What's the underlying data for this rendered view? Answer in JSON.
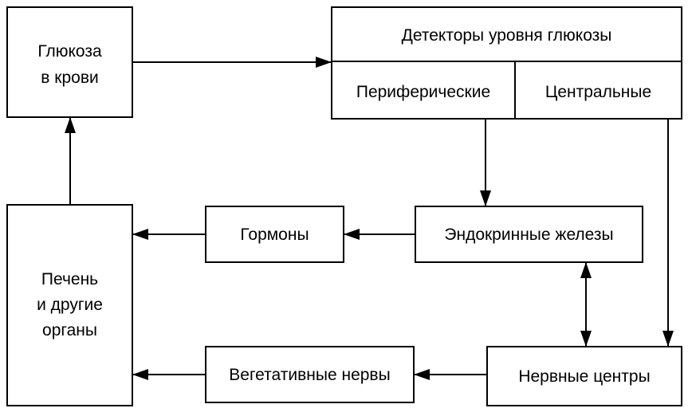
{
  "nodes": {
    "glucose": {
      "lines": [
        "Глюкоза",
        "в крови"
      ]
    },
    "detectors": {
      "title": "Детекторы уровня глюкозы",
      "peripheral": "Периферические",
      "central": "Центральные"
    },
    "endocrine": {
      "label": "Эндокринные железы"
    },
    "hormones": {
      "label": "Гормоны"
    },
    "liver": {
      "lines": [
        "Печень",
        "и другие",
        "органы"
      ]
    },
    "autonomic": {
      "label": "Вегетативные нервы"
    },
    "nerve_centers": {
      "label": "Нервные центры"
    }
  },
  "edges": [
    {
      "from": "glucose",
      "to": "detectors"
    },
    {
      "from": "peripheral",
      "to": "endocrine"
    },
    {
      "from": "central",
      "to": "nerve_centers"
    },
    {
      "from": "endocrine",
      "to": "hormones"
    },
    {
      "from": "hormones",
      "to": "liver"
    },
    {
      "from": "endocrine",
      "to": "nerve_centers",
      "bidirectional": true
    },
    {
      "from": "nerve_centers",
      "to": "autonomic"
    },
    {
      "from": "autonomic",
      "to": "liver"
    },
    {
      "from": "liver",
      "to": "glucose"
    }
  ],
  "colors": {
    "stroke": "#000000",
    "fill": "#ffffff",
    "text": "#000000"
  }
}
